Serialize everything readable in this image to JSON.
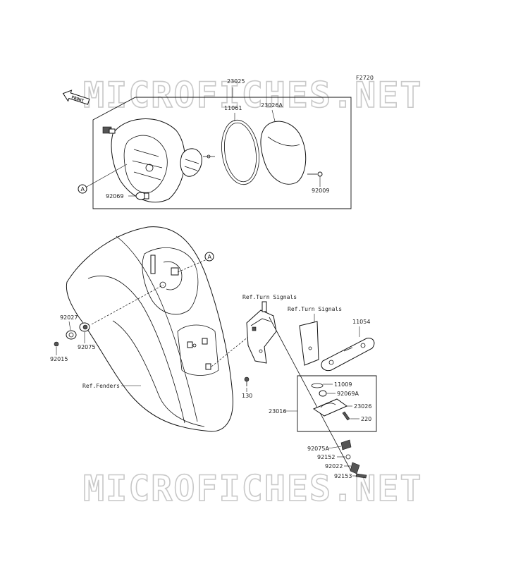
{
  "diagram": {
    "code": "F2720",
    "watermark": "MICROFICHES.NET",
    "front_label": "FRONT",
    "callout_ref": "A",
    "parts": {
      "p23025": "23025",
      "p11061": "11061",
      "p23026A": "23026A",
      "p92069": "92069",
      "p92009": "92009",
      "p92027": "92027",
      "p92075": "92075",
      "p92015": "92015",
      "p11054": "11054",
      "p11009": "11009",
      "p92069A": "92069A",
      "p23026": "23026",
      "p220": "220",
      "p23016": "23016",
      "p130": "130",
      "p92075A": "92075A",
      "p92152": "92152",
      "p92022": "92022",
      "p92153": "92153"
    },
    "refs": {
      "turn_signals_1": "Ref.Turn Signals",
      "turn_signals_2": "Ref.Turn Signals",
      "fenders": "Ref.Fenders"
    }
  }
}
